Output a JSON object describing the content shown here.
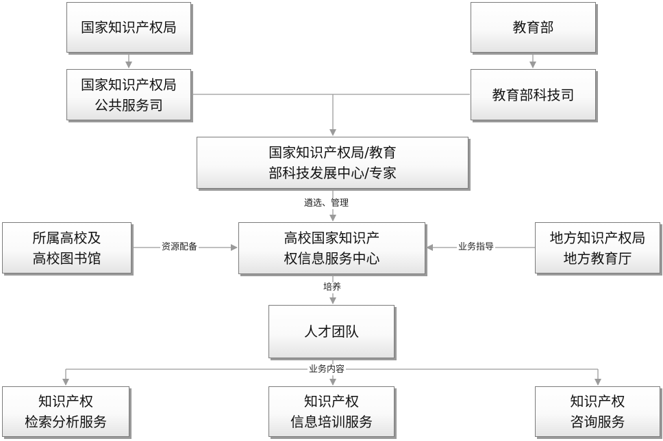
{
  "nodes": {
    "cnipa": {
      "lines": [
        "国家知识产权局"
      ]
    },
    "moe": {
      "lines": [
        "教育部"
      ]
    },
    "cnipa_public": {
      "lines": [
        "国家知识产权局",
        "公共服务司"
      ]
    },
    "moe_sci": {
      "lines": [
        "教育部科技司"
      ]
    },
    "center_experts": {
      "lines": [
        "国家知识产权局/教育",
        "部科技发展中心/专家"
      ]
    },
    "univ_library": {
      "lines": [
        "所属高校及",
        "高校图书馆"
      ]
    },
    "ip_center": {
      "lines": [
        "高校国家知识产",
        "权信息服务中心"
      ]
    },
    "local_depts": {
      "lines": [
        "地方知识产权局",
        "地方教育厅"
      ]
    },
    "talent_team": {
      "lines": [
        "人才团队"
      ]
    },
    "service_search": {
      "lines": [
        "知识产权",
        "检索分析服务"
      ]
    },
    "service_training": {
      "lines": [
        "知识产权",
        "信息培训服务"
      ]
    },
    "service_consult": {
      "lines": [
        "知识产权",
        "咨询服务"
      ]
    }
  },
  "edge_labels": {
    "select_manage": "遴选、管理",
    "resource_alloc": "资源配备",
    "business_guide": "业务指导",
    "train": "培养",
    "business_content": "业务内容"
  }
}
